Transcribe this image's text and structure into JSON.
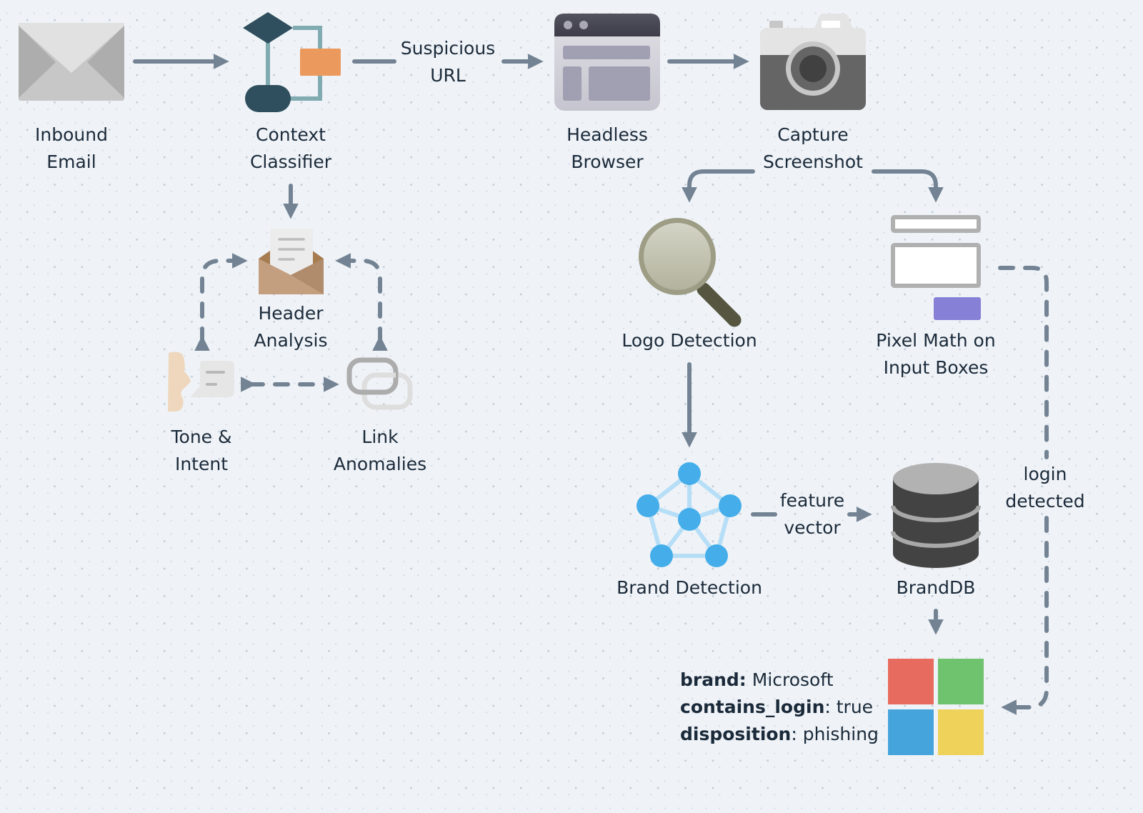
{
  "diagram": {
    "title": "Phishing detection pipeline",
    "colors": {
      "background": "#eff3f7",
      "edge": "#738394",
      "text": "#1b2a3a",
      "ms_red": "#e86b5f",
      "ms_green": "#6fc26e",
      "ms_blue": "#45a4dc",
      "ms_yellow": "#eed25a",
      "network_node": "#45aeea",
      "orange_block": "#eb995c",
      "purple_button": "#8680d6"
    },
    "nodes": {
      "inbound_email": {
        "line1": "Inbound",
        "line2": "Email",
        "icon": "envelope-icon"
      },
      "context_classifier": {
        "line1": "Context",
        "line2": "Classifier",
        "icon": "flowchart-icon"
      },
      "headless_browser": {
        "line1": "Headless",
        "line2": "Browser",
        "icon": "browser-window-icon"
      },
      "capture_screenshot": {
        "line1": "Capture",
        "line2": "Screenshot",
        "icon": "camera-icon"
      },
      "header_analysis": {
        "line1": "Header",
        "line2": "Analysis",
        "icon": "open-envelope-letter-icon"
      },
      "tone_intent": {
        "line1": "Tone &",
        "line2": "Intent",
        "icon": "speaking-face-icon"
      },
      "link_anomalies": {
        "line1": "Link",
        "line2": "Anomalies",
        "icon": "chain-link-icon"
      },
      "logo_detection": {
        "line1": "Logo Detection",
        "icon": "magnifier-icon"
      },
      "pixel_math": {
        "line1": "Pixel Math on",
        "line2": "Input Boxes",
        "icon": "login-form-icon"
      },
      "brand_detection": {
        "line1": "Brand Detection",
        "icon": "neural-network-icon"
      },
      "branddb": {
        "line1": "BrandDB",
        "icon": "database-icon"
      },
      "microsoft": {
        "icon": "microsoft-logo-icon"
      }
    },
    "edges": {
      "suspicious_url": {
        "line1": "Suspicious",
        "line2": "URL"
      },
      "feature_vector": {
        "line1": "feature",
        "line2": "vector"
      },
      "login_detected": {
        "line1": "login",
        "line2": "detected"
      }
    },
    "result": {
      "brand_key": "brand:",
      "brand_value": " Microsoft",
      "login_key": "contains_login",
      "login_value": ": true",
      "disposition_key": "disposition",
      "disposition_value": ": phishing"
    }
  }
}
